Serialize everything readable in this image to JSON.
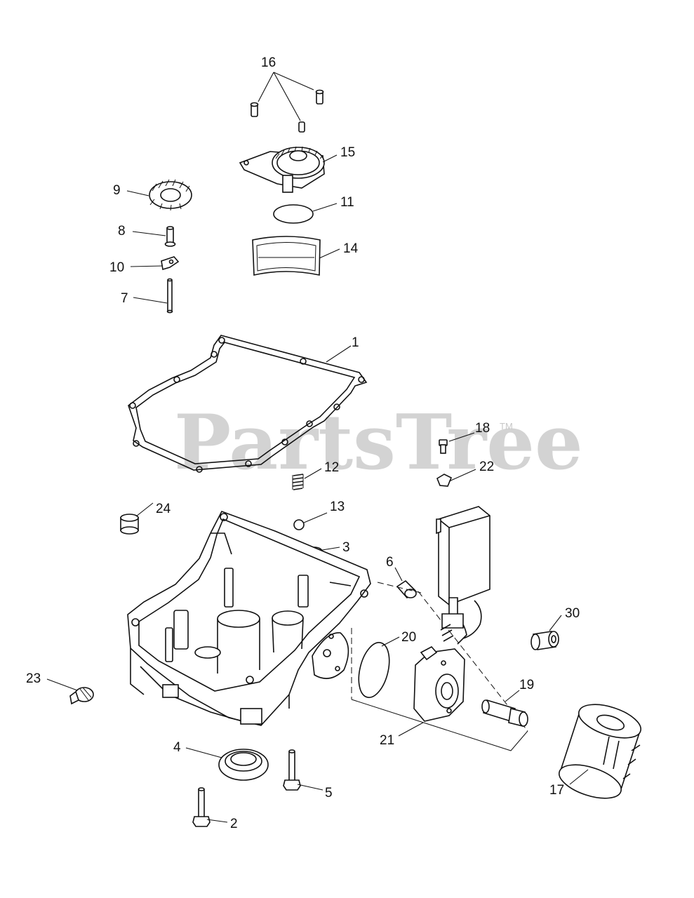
{
  "watermark": {
    "brand": "PartsTree",
    "mark": "TM"
  },
  "callouts": {
    "c1": "1",
    "c2": "2",
    "c3": "3",
    "c4": "4",
    "c5": "5",
    "c6": "6",
    "c7": "7",
    "c8": "8",
    "c9": "9",
    "c10": "10",
    "c11": "11",
    "c12": "12",
    "c13": "13",
    "c14": "14",
    "c15": "15",
    "c16": "16",
    "c17": "17",
    "c18": "18",
    "c19": "19",
    "c20": "20",
    "c21": "21",
    "c22": "22",
    "c23": "23",
    "c24": "24",
    "c30": "30"
  }
}
